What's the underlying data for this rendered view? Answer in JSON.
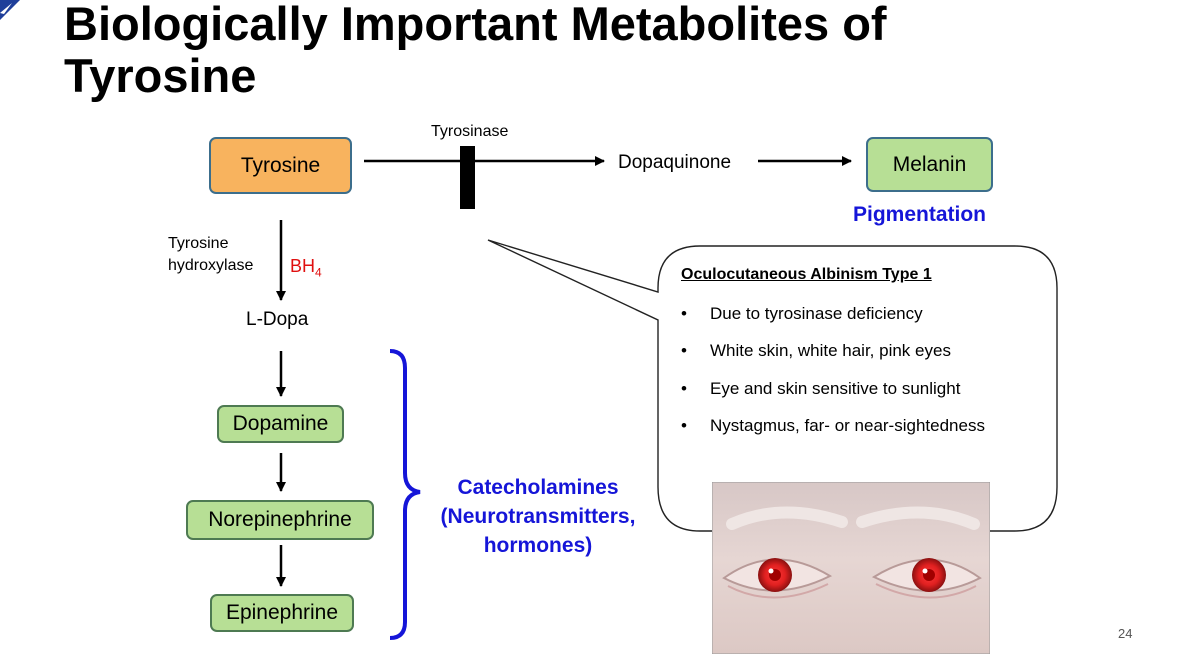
{
  "title": "Biologically Important Metabolites of Tyrosine",
  "nodes": {
    "tyrosine": "Tyrosine",
    "dopaquinone": "Dopaquinone",
    "melanin": "Melanin",
    "ldopa": "L-Dopa",
    "dopamine": "Dopamine",
    "norepinephrine": "Norepinephrine",
    "epinephrine": "Epinephrine"
  },
  "enzymes": {
    "tyrosinase": "Tyrosinase",
    "tyrosine_hydroxylase_line1": "Tyrosine",
    "tyrosine_hydroxylase_line2": "hydroxylase",
    "cofactor_base": "BH",
    "cofactor_sub": "4"
  },
  "groups": {
    "pigmentation": "Pigmentation",
    "catecholamines_line1": "Catecholamines",
    "catecholamines_line2": "(Neurotransmitters,",
    "catecholamines_line3": "hormones)"
  },
  "callout": {
    "title": "Oculocutaneous Albinism Type 1",
    "bullet_char": "•",
    "items": [
      "Due to tyrosinase deficiency",
      "White skin, white hair, pink eyes",
      "Eye and skin sensitive to sunlight",
      "Nystagmus, far- or near-sightedness"
    ]
  },
  "page_number": "24",
  "colors": {
    "orange_box": "#f8b35e",
    "green_box": "#b7df95",
    "blue_text": "#1515d8",
    "cofactor_red": "#e01010"
  }
}
